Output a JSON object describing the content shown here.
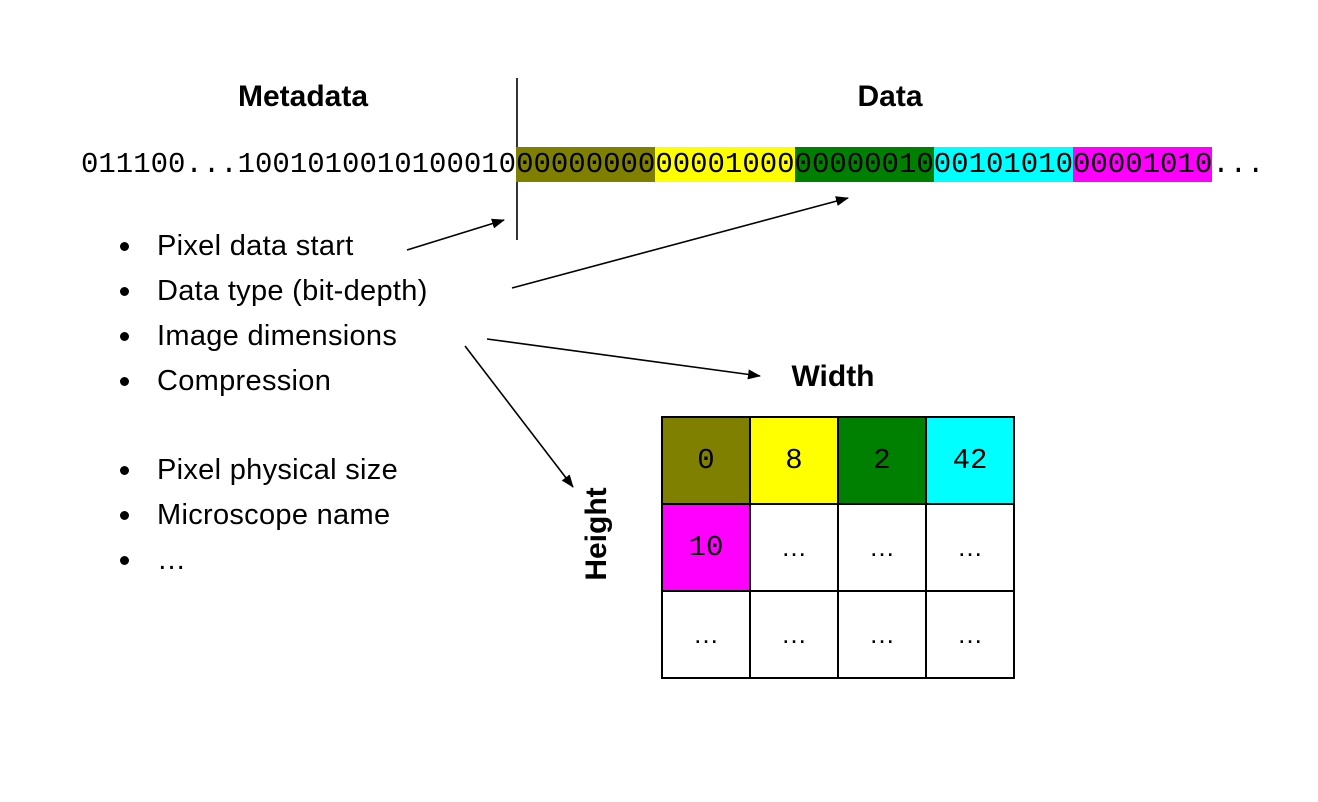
{
  "titles": {
    "metadata": "Metadata",
    "data": "Data"
  },
  "binary_stream": {
    "prefix": "011100...1001010010100010",
    "segments": [
      {
        "bits": "00000000",
        "color": "#808000"
      },
      {
        "bits": "00001000",
        "color": "#FFFF00"
      },
      {
        "bits": "00000010",
        "color": "#008000"
      },
      {
        "bits": "00101010",
        "color": "#00FFFF"
      },
      {
        "bits": "00001010",
        "color": "#FF00FF"
      }
    ],
    "suffix": "..."
  },
  "metadata_fields": {
    "group1": [
      "Pixel data start",
      "Data type (bit-depth)",
      "Image dimensions",
      "Compression"
    ],
    "group2": [
      "Pixel physical size",
      "Microscope name",
      "…"
    ]
  },
  "pixel_grid": {
    "width_label": "Width",
    "height_label": "Height",
    "rows": [
      [
        {
          "value": "0",
          "color": "#808000"
        },
        {
          "value": "8",
          "color": "#FFFF00"
        },
        {
          "value": "2",
          "color": "#008000"
        },
        {
          "value": "42",
          "color": "#00FFFF"
        }
      ],
      [
        {
          "value": "10",
          "color": "#FF00FF"
        },
        {
          "value": "…",
          "color": "#FFFFFF"
        },
        {
          "value": "…",
          "color": "#FFFFFF"
        },
        {
          "value": "…",
          "color": "#FFFFFF"
        }
      ],
      [
        {
          "value": "…",
          "color": "#FFFFFF"
        },
        {
          "value": "…",
          "color": "#FFFFFF"
        },
        {
          "value": "…",
          "color": "#FFFFFF"
        },
        {
          "value": "…",
          "color": "#FFFFFF"
        }
      ]
    ]
  }
}
